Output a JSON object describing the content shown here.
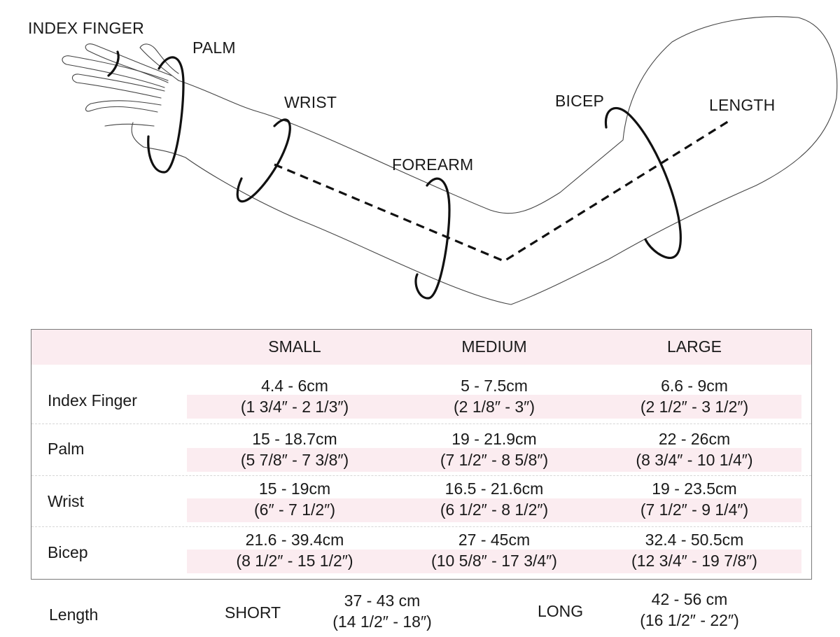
{
  "diagram": {
    "labels": {
      "index_finger": "INDEX FINGER",
      "palm": "PALM",
      "wrist": "WRIST",
      "forearm": "FOREARM",
      "bicep": "BICEP",
      "length": "LENGTH"
    }
  },
  "table": {
    "columns": [
      "SMALL",
      "MEDIUM",
      "LARGE"
    ],
    "rows": [
      {
        "label": "Index Finger",
        "values": [
          {
            "cm": "4.4 - 6cm",
            "in": "(1 3/4″ - 2 1/3″)"
          },
          {
            "cm": "5 - 7.5cm",
            "in": "(2 1/8″ - 3″)"
          },
          {
            "cm": "6.6 - 9cm",
            "in": "(2 1/2″ - 3 1/2″)"
          }
        ]
      },
      {
        "label": "Palm",
        "values": [
          {
            "cm": "15 - 18.7cm",
            "in": "(5 7/8″ - 7 3/8″)"
          },
          {
            "cm": "19 - 21.9cm",
            "in": "(7 1/2″ - 8 5/8″)"
          },
          {
            "cm": "22 - 26cm",
            "in": "(8 3/4″ - 10 1/4″)"
          }
        ]
      },
      {
        "label": "Wrist",
        "values": [
          {
            "cm": "15 - 19cm",
            "in": "(6″ - 7 1/2″)"
          },
          {
            "cm": "16.5 - 21.6cm",
            "in": "(6 1/2″ - 8 1/2″)"
          },
          {
            "cm": "19 - 23.5cm",
            "in": "(7 1/2″ - 9 1/4″)"
          }
        ]
      },
      {
        "label": "Bicep",
        "values": [
          {
            "cm": "21.6 - 39.4cm",
            "in": "(8 1/2″ - 15 1/2″)"
          },
          {
            "cm": "27 - 45cm",
            "in": "(10 5/8″ - 17 3/4″)"
          },
          {
            "cm": "32.4 - 50.5cm",
            "in": "(12 3/4″ - 19 7/8″)"
          }
        ]
      }
    ]
  },
  "length": {
    "label": "Length",
    "short": {
      "label": "SHORT",
      "cm": "37 - 43 cm",
      "in": "(14 1/2″ - 18″)"
    },
    "long": {
      "label": "LONG",
      "cm": "42 - 56 cm",
      "in": "(16 1/2″ - 22″)"
    }
  }
}
